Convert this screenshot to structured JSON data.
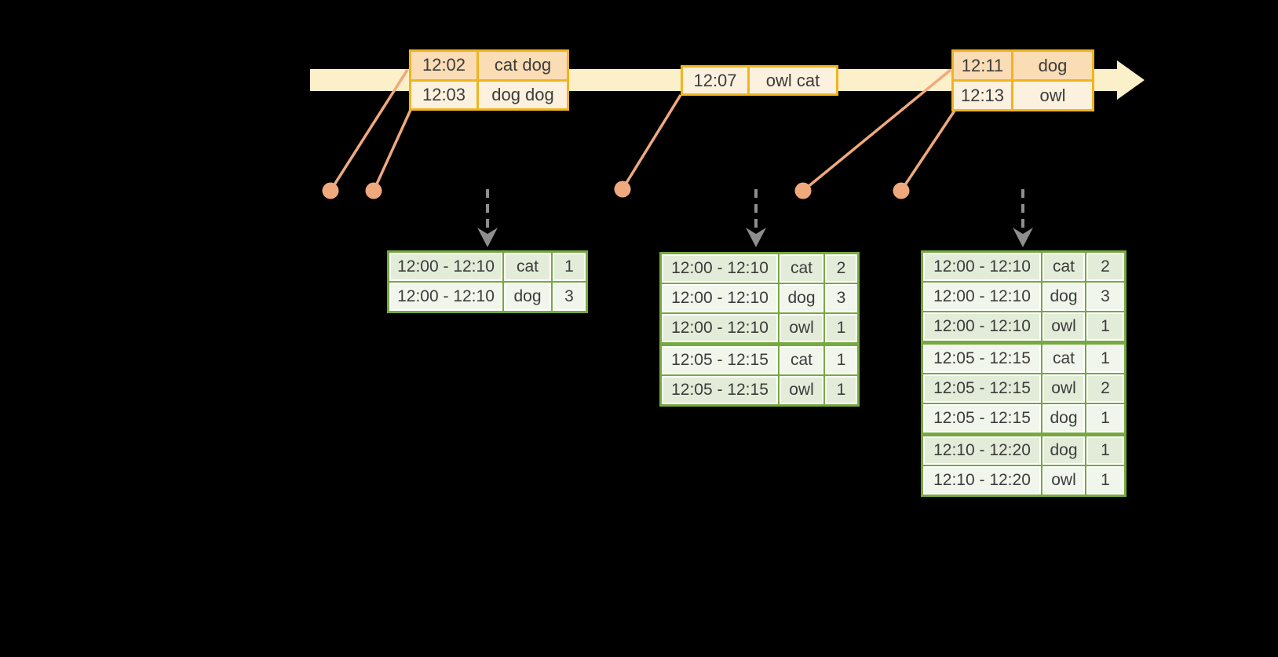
{
  "colors": {
    "background": "#000000",
    "band": "#FBF0C9",
    "event_border": "#F0B41E",
    "event_row_peach": "#FADCB5",
    "event_row_cream": "#FCF1DE",
    "connector": "#F0A87D",
    "trigger_arrow": "#8E8E8E",
    "result_border": "#76A93F",
    "result_row_green": "#E3ECD9",
    "result_row_white": "#F1F6ED",
    "text": "#3C3C3C"
  },
  "timeline": {
    "event_tables": [
      {
        "rows": [
          {
            "time": "12:02",
            "words": "cat dog",
            "shade": "peach"
          },
          {
            "time": "12:03",
            "words": "dog dog",
            "shade": "cream"
          }
        ]
      },
      {
        "rows": [
          {
            "time": "12:07",
            "words": "owl cat",
            "shade": "cream"
          }
        ]
      },
      {
        "rows": [
          {
            "time": "12:11",
            "words": "dog",
            "shade": "peach"
          },
          {
            "time": "12:13",
            "words": "owl",
            "shade": "cream"
          }
        ]
      }
    ]
  },
  "result_tables": [
    {
      "rows": [
        [
          "12:00 - 12:10",
          "cat",
          "1"
        ],
        [
          "12:00 - 12:10",
          "dog",
          "3"
        ]
      ],
      "group_breaks": []
    },
    {
      "rows": [
        [
          "12:00 - 12:10",
          "cat",
          "2"
        ],
        [
          "12:00 - 12:10",
          "dog",
          "3"
        ],
        [
          "12:00 - 12:10",
          "owl",
          "1"
        ],
        [
          "12:05 - 12:15",
          "cat",
          "1"
        ],
        [
          "12:05 - 12:15",
          "owl",
          "1"
        ]
      ],
      "group_breaks": [
        3
      ]
    },
    {
      "rows": [
        [
          "12:00 - 12:10",
          "cat",
          "2"
        ],
        [
          "12:00 - 12:10",
          "dog",
          "3"
        ],
        [
          "12:00 - 12:10",
          "owl",
          "1"
        ],
        [
          "12:05 - 12:15",
          "cat",
          "1"
        ],
        [
          "12:05 - 12:15",
          "owl",
          "2"
        ],
        [
          "12:05 - 12:15",
          "dog",
          "1"
        ],
        [
          "12:10 - 12:20",
          "dog",
          "1"
        ],
        [
          "12:10 - 12:20",
          "owl",
          "1"
        ]
      ],
      "group_breaks": [
        3,
        6
      ]
    }
  ]
}
